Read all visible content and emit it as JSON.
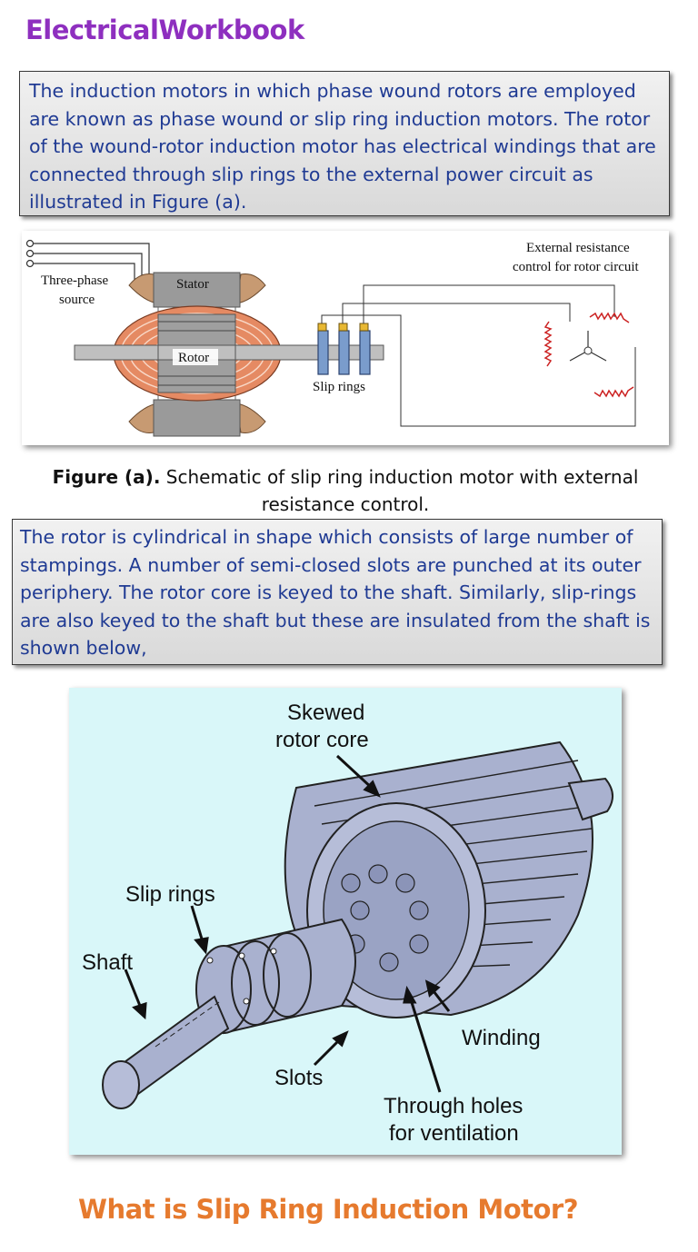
{
  "brand": "ElectricalWorkbook",
  "intro_paragraph": "The induction motors in which phase wound rotors are employed are known as phase wound or slip ring induction motors. The rotor of the wound-rotor induction motor has electrical windings that are connected through slip rings to the external power circuit as illustrated in Figure (a).",
  "figure_a": {
    "label_source_line1": "Three-phase",
    "label_source_line2": "source",
    "label_stator": "Stator",
    "label_rotor": "Rotor",
    "label_slip_rings": "Slip rings",
    "label_external_line1": "External resistance",
    "label_external_line2": "control for rotor circuit"
  },
  "caption": {
    "bold": "Figure (a).",
    "text": " Schematic of slip ring induction motor with external resistance control."
  },
  "rotor_paragraph": "The rotor is cylindrical in shape which consists of large number of stampings. A number of semi-closed slots are punched at its outer periphery. The rotor core is keyed to the shaft. Similarly, slip-rings are also keyed to the shaft but these are insulated from the shaft is shown below,",
  "figure_b": {
    "label_core_line1": "Skewed",
    "label_core_line2": "rotor core",
    "label_slip_rings": "Slip rings",
    "label_shaft": "Shaft",
    "label_winding": "Winding",
    "label_slots": "Slots",
    "label_holes_line1": "Through holes",
    "label_holes_line2": "for ventilation"
  },
  "headline": "What is Slip Ring Induction Motor?",
  "colors": {
    "brand": "#8e2fbf",
    "paragraph_text": "#1f3a93",
    "headline": "#e67a2e",
    "figure_b_bg": "#d9f7f9"
  }
}
